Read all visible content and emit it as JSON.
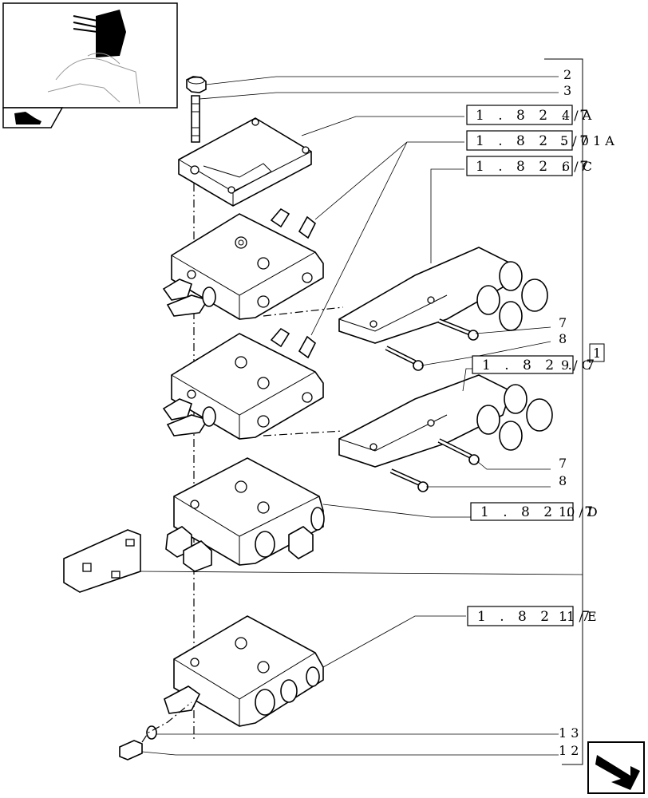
{
  "part_labels": {
    "p2": "2",
    "p3": "3",
    "p1": "1",
    "p7a": "7",
    "p8a": "8",
    "p7b": "7",
    "p8b": "8",
    "p13": "1 3",
    "p12": "1 2"
  },
  "references": [
    {
      "box": "1 . 8 2 . 7",
      "suffix": "4 / A"
    },
    {
      "box": "1 . 8 2 . 7",
      "suffix": "5 / 0 1 A"
    },
    {
      "box": "1 . 8 2 . 7",
      "suffix": "6 / C"
    },
    {
      "box": "1 . 8 2 . 7",
      "suffix": "9 / C"
    },
    {
      "box": "1 . 8 2 . 7",
      "suffix": "10 / D"
    },
    {
      "box": "1 . 8 2 . 7",
      "suffix": "11 / E"
    }
  ],
  "icons": {
    "thumbnail": "tractor-rear-valve-thumbnail",
    "view_badge": "tractor-view-icon",
    "nav": "next-page-arrow-icon"
  }
}
